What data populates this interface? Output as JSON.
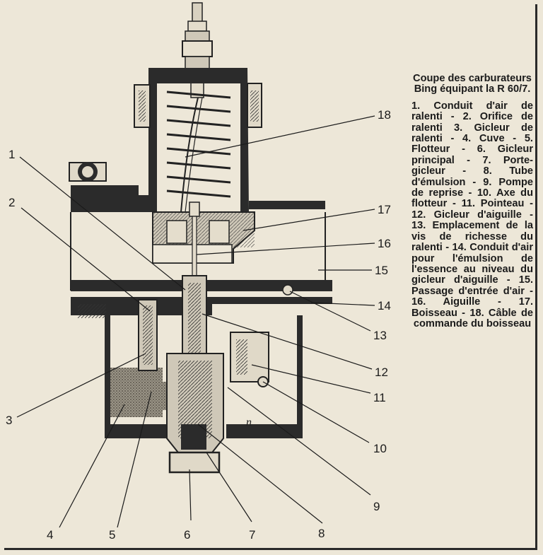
{
  "caption": {
    "title": "Coupe des carburateurs Bing équipant la R 60/7.",
    "legend": "1. Conduit d'air de ralenti - 2. Orifice de ralenti 3. Gicleur de ralenti - 4. Cuve - 5. Flotteur - 6. Gicleur principal - 7. Porte-gicleur - 8. Tube d'émulsion - 9. Pompe de reprise - 10. Axe du flotteur - 11. Pointeau - 12. Gicleur d'aiguille - 13. Emplacement de la vis de richesse du ralenti - 14. Conduit d'air pour l'émulsion de l'essence au niveau du gicleur d'aiguille - 15. Passage d'entrée d'air - 16. Aiguille - 17. Boisseau - 18. Câble de commande du boisseau"
  },
  "callouts": {
    "n1": "1",
    "n2": "2",
    "n3": "3",
    "n4": "4",
    "n5": "5",
    "n6": "6",
    "n7": "7",
    "n8": "8",
    "n9": "9",
    "n10": "10",
    "n11": "11",
    "n12": "12",
    "n13": "13",
    "n14": "14",
    "n15": "15",
    "n16": "16",
    "n17": "17",
    "n18": "18"
  },
  "marks": {
    "n_letter": "n"
  },
  "colors": {
    "ink": "#1b1b1b",
    "paper": "#ede7d8",
    "section": "#2b2b2b",
    "light_section": "#cfc8b8"
  }
}
